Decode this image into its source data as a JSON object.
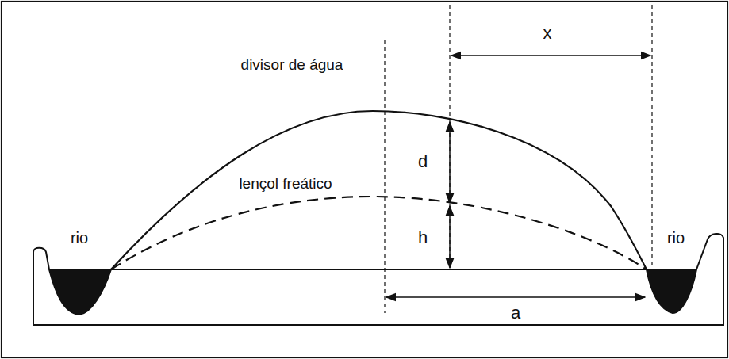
{
  "diagram": {
    "labels": [
      "divisor de água",
      "x",
      "d",
      "lençol freático",
      "h",
      "rio",
      "rio",
      "a"
    ]
  }
}
